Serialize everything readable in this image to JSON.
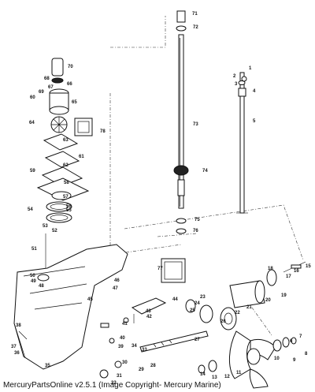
{
  "footer": {
    "caption": "MercuryPartsOnline v2.5.1 (Image Copyright- Mercury Marine)"
  },
  "diagram": {
    "callouts": [
      "1",
      "2",
      "3",
      "4",
      "5",
      "6",
      "7",
      "8",
      "9",
      "10",
      "11",
      "12",
      "13",
      "14",
      "15",
      "16",
      "17",
      "18",
      "19",
      "20",
      "21",
      "22",
      "23",
      "24",
      "25",
      "26",
      "27",
      "28",
      "29",
      "30",
      "31",
      "32",
      "33",
      "34",
      "35",
      "36",
      "37",
      "38",
      "39",
      "40",
      "41",
      "42",
      "43",
      "44",
      "45",
      "46",
      "47",
      "48",
      "49",
      "50",
      "51",
      "52",
      "53",
      "54",
      "55",
      "56",
      "57",
      "58",
      "59",
      "60",
      "61",
      "62",
      "63",
      "64",
      "65",
      "66",
      "67",
      "68",
      "69",
      "70",
      "71",
      "72",
      "73",
      "74",
      "75",
      "76",
      "77",
      "78"
    ]
  }
}
